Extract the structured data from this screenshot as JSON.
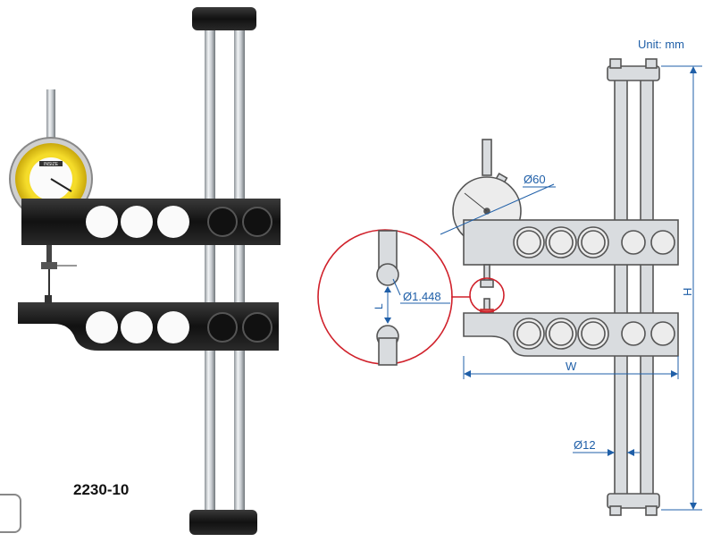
{
  "product": {
    "model": "2230-10",
    "brand": "INSIZE"
  },
  "drawing": {
    "unit_label": "Unit: mm",
    "dim_dial": "Ø60",
    "dim_tip": "Ø1.448",
    "dim_gap": "L",
    "dim_height": "H",
    "dim_width": "W",
    "dim_rod": "Ø12"
  },
  "colors": {
    "dimension_blue": "#1f5fa8",
    "detail_red": "#d0202a",
    "dial_yellow": "#f2d51a",
    "arm_black": "#151515",
    "chrome": "#c8ccd0"
  }
}
